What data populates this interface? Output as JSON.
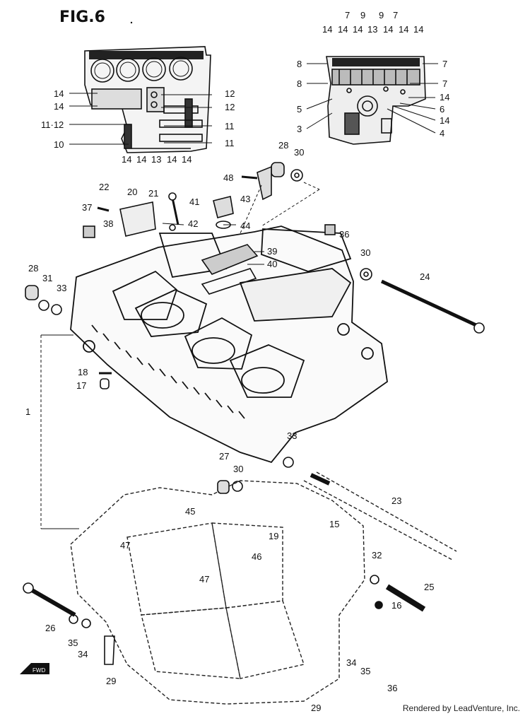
{
  "figure": {
    "title": "FIG.6",
    "footer": "Rendered by LeadVenture, Inc.",
    "fwd_label": "FWD"
  },
  "callouts": {
    "c1": "1",
    "c3": "3",
    "c4": "4",
    "c5": "5",
    "c6": "6",
    "c7": "7",
    "c8": "8",
    "c9": "9",
    "c10": "10",
    "c11": "11",
    "c11_12": "11·12",
    "c12": "12",
    "c13": "13",
    "c14": "14",
    "c15": "15",
    "c16": "16",
    "c17": "17",
    "c18": "18",
    "c19": "19",
    "c20": "20",
    "c21": "21",
    "c22": "22",
    "c23": "23",
    "c24": "24",
    "c25": "25",
    "c26": "26",
    "c27": "27",
    "c28": "28",
    "c29": "29",
    "c30": "30",
    "c31": "31",
    "c32": "32",
    "c33": "33",
    "c34": "34",
    "c35": "35",
    "c36": "36",
    "c37": "37",
    "c38": "38",
    "c39": "39",
    "c40": "40",
    "c41": "41",
    "c42": "42",
    "c43": "43",
    "c44": "44",
    "c45": "45",
    "c46": "46",
    "c47": "47",
    "c48": "48"
  }
}
